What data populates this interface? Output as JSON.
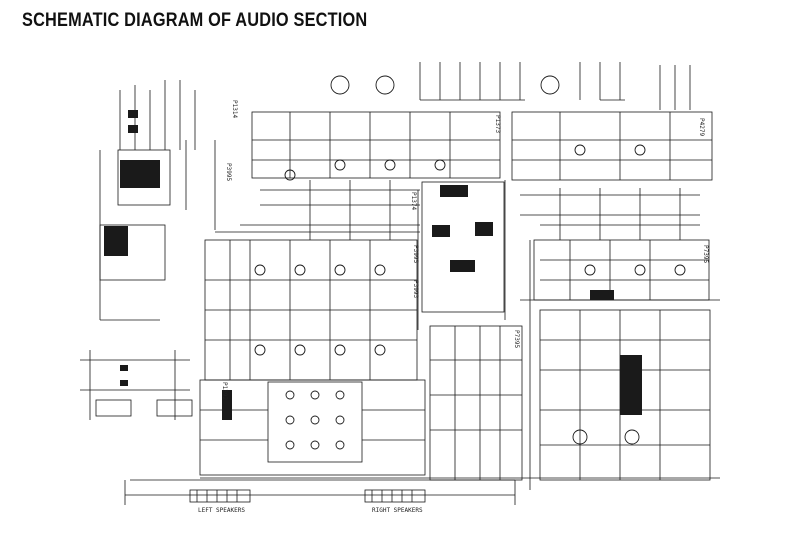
{
  "title": "SCHEMATIC DIAGRAM OF AUDIO SECTION",
  "labels": {
    "p1": "P1314",
    "p2": "P3995",
    "p3": "P1373",
    "p4": "P4279",
    "p5": "P1374",
    "p6": "P3995",
    "p7": "P3993",
    "p8": "P1392",
    "p9": "P7395",
    "p10": "P7395"
  },
  "bottom_labels": {
    "left_speakers": "LEFT SPEAKERS",
    "right_speakers": "RIGHT SPEAKERS"
  }
}
